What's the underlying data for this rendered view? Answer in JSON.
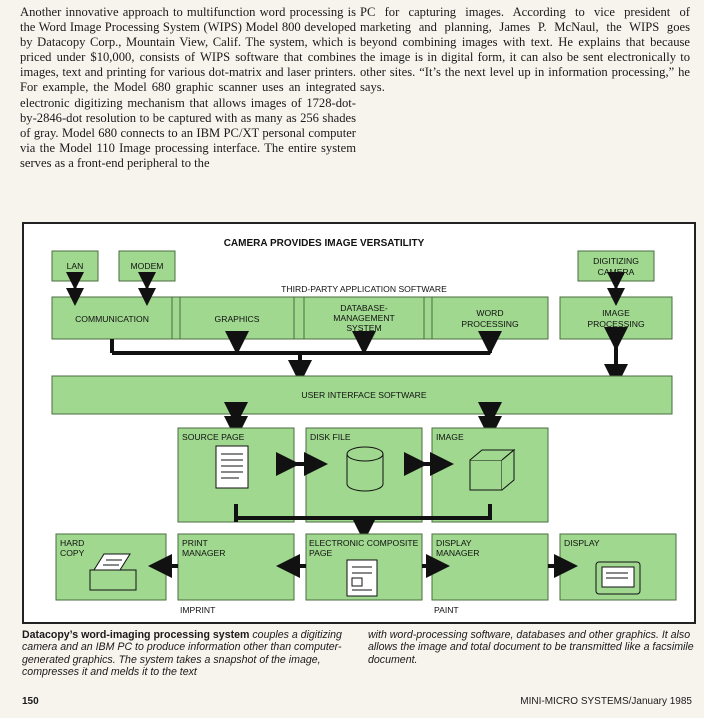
{
  "article": {
    "left_column": "Another innovative approach to multifunction word processing is the Word Image Processing System (WIPS) Model 800 developed by Datacopy Corp., Mountain View, Calif. The system, which is priced under $10,000, consists of WIPS software that combines images, text and printing for various dot-matrix and laser printers. For example, the Model 680 graphic scanner uses an integrated electronic digitizing mechanism that allows images of 1728-dot-by-2846-dot resolution to be captured with as many as 256 shades of gray. Model 680 connects to an IBM PC/XT personal computer via the Model 110 Image processing interface. The entire system serves as a front-end peripheral to the",
    "right_column": "PC for capturing images. According to vice president of marketing and planning, James P. McNaul, the WIPS goes beyond combining images with text. He explains that because the image is in digital form, it can also be sent electronically to other sites. “It’s the next level up in information processing,” he says."
  },
  "figure": {
    "title": "CAMERA PROVIDES IMAGE VERSATILITY",
    "top_boxes": {
      "lan": "LAN",
      "modem": "MODEM",
      "digitizing_camera": [
        "DIGITIZING",
        "CAMERA"
      ]
    },
    "third_party_label": "THIRD-PARTY APPLICATION SOFTWARE",
    "app_boxes": {
      "communication": "COMMUNICATION",
      "graphics": "GRAPHICS",
      "dbms": [
        "DATABASE-",
        "MANAGEMENT",
        "SYSTEM"
      ],
      "word_processing": [
        "WORD",
        "PROCESSING"
      ],
      "image_processing": [
        "IMAGE",
        "PROCESSING"
      ]
    },
    "user_interface": "USER INTERFACE SOFTWARE",
    "middle_boxes": {
      "source_page": "SOURCE PAGE",
      "disk_file": "DISK FILE",
      "image": "IMAGE"
    },
    "bottom_boxes": {
      "hard_copy": [
        "HARD",
        "COPY"
      ],
      "print_manager": [
        "PRINT",
        "MANAGER"
      ],
      "electronic_composite": [
        "ELECTRONIC COMPOSITE",
        "PAGE"
      ],
      "display_manager": [
        "DISPLAY",
        "MANAGER"
      ],
      "display": "DISPLAY"
    },
    "imprint": "IMPRINT",
    "paint": "PAINT",
    "colors": {
      "box_fill": "#9fd88e",
      "box_stroke": "#4a6b40",
      "arrow": "#111111"
    }
  },
  "caption": {
    "bold_lead": "Datacopy’s word-imaging processing system",
    "left_rest": " couples a digitizing camera and an IBM PC to produce information other than computer-generated graphics. The system takes a snapshot of the image, compresses it and melds it to the text",
    "right": "with word-processing software, databases and other graphics. It also allows the image and total document to be transmitted like a facsimile document."
  },
  "footer": {
    "page_number": "150",
    "source": "MINI-MICRO SYSTEMS/January 1985"
  }
}
